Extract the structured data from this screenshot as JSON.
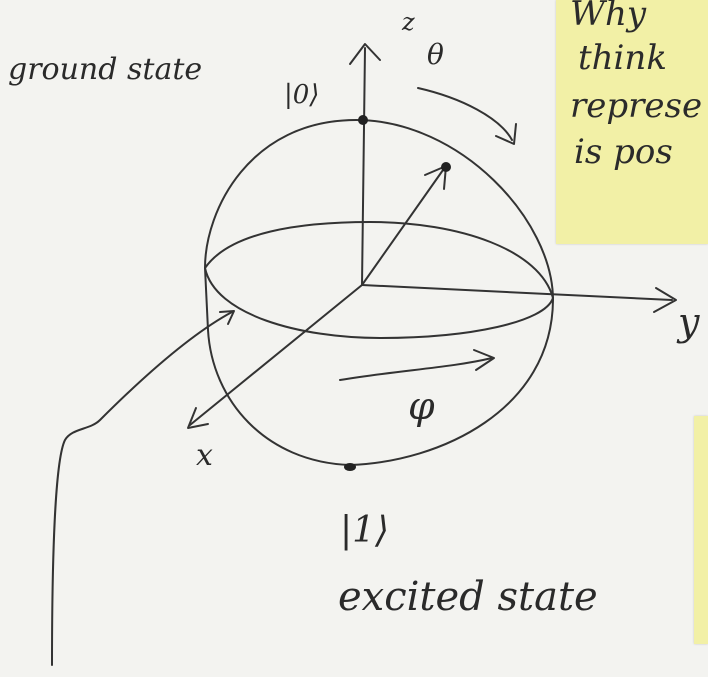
{
  "labels": {
    "ground_state": "ground state",
    "ket0": "|0⟩",
    "ket1": "|1⟩",
    "excited_state": "excited state",
    "axis_z": "z",
    "axis_y": "y",
    "axis_x": "x",
    "theta": "θ",
    "phi": "φ"
  },
  "sticky_notes": {
    "top": [
      "Why",
      "think",
      "represe",
      "is pos"
    ]
  },
  "colors": {
    "paper": "#f3f3f0",
    "pencil": "#333333",
    "sticky": "#f2f0a6"
  }
}
